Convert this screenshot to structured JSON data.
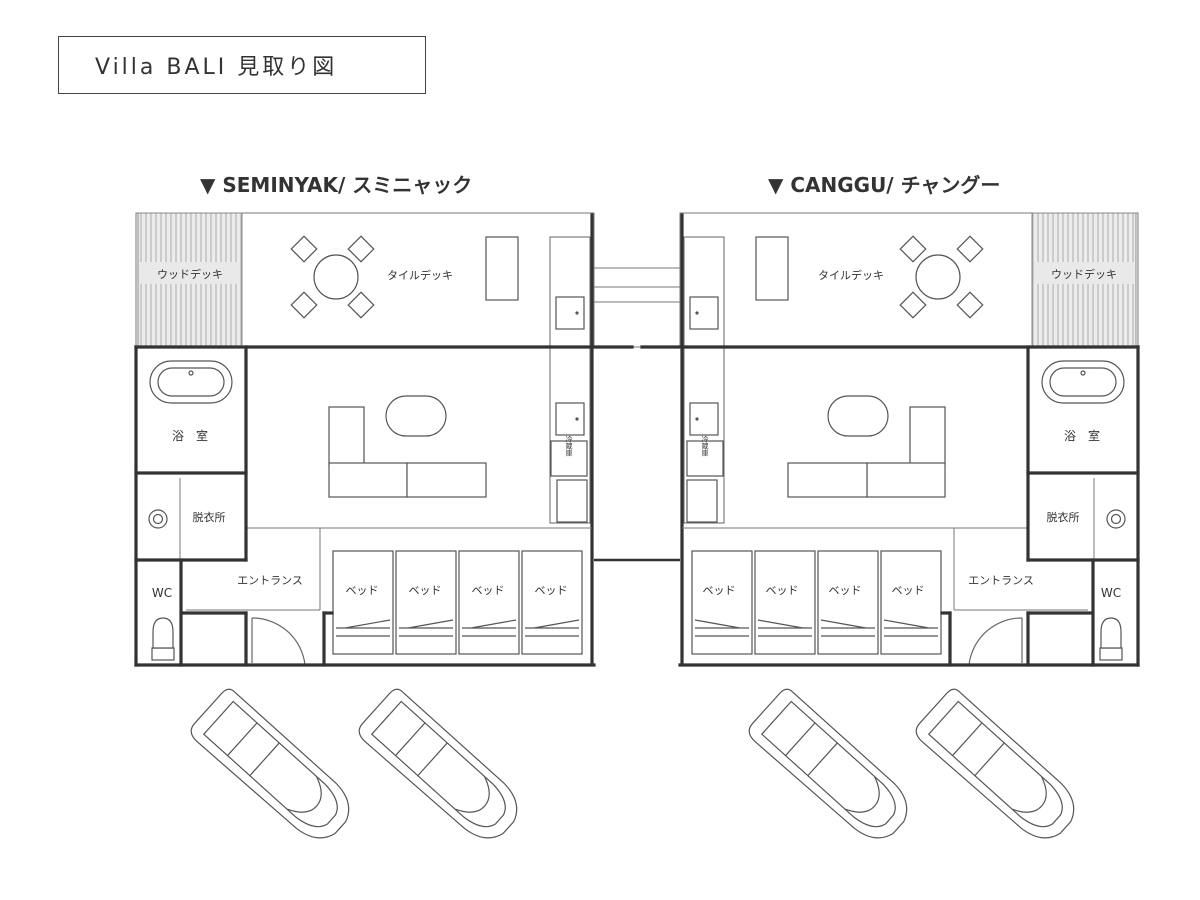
{
  "title": "Villa BALI 見取り図",
  "units": [
    {
      "heading": "▼ SEMINYAK/ スミニャック",
      "rooms": {
        "wood_deck": "ウッドデッキ",
        "tile_deck": "タイルデッキ",
        "bath": "浴　室",
        "dressing": "脱衣所",
        "wc": "WC",
        "entrance": "エントランス",
        "fridge": "冷蔵庫",
        "beds": [
          "ベッド",
          "ベッド",
          "ベッド",
          "ベッド"
        ]
      }
    },
    {
      "heading": "▼ CANGGU/ チャングー",
      "rooms": {
        "wood_deck": "ウッドデッキ",
        "tile_deck": "タイルデッキ",
        "bath": "浴　室",
        "dressing": "脱衣所",
        "wc": "WC",
        "entrance": "エントランス",
        "fridge": "冷蔵庫",
        "beds": [
          "ベッド",
          "ベッド",
          "ベッド",
          "ベッド"
        ]
      }
    }
  ],
  "colors": {
    "wall": "#333333",
    "line": "#555555",
    "deck_fill": "#e6e6e6"
  }
}
